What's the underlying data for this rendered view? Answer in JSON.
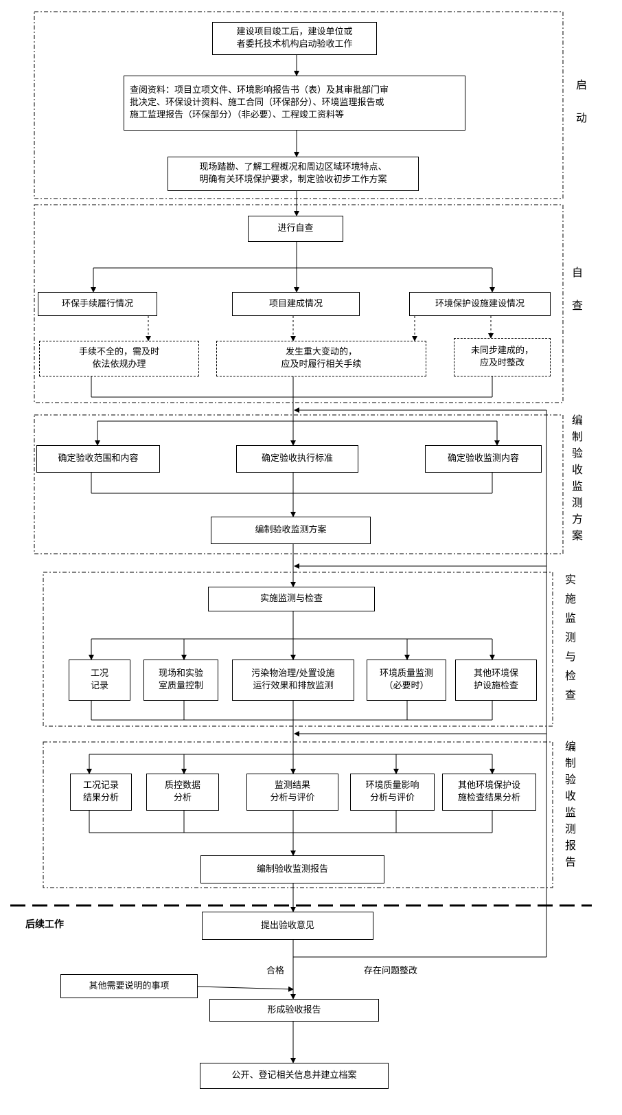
{
  "boxes": {
    "start": "建设项目竣工后，建设单位或\n者委托技术机构启动验收工作",
    "review": "查阅资料：项目立项文件、环境影响报告书（表）及其审批部门审\n批决定、环保设计资料、施工合同（环保部分）、环境监理报告或\n施工监理报告（环保部分）（非必要）、工程竣工资料等",
    "site": "现场踏勘、了解工程概况和周边区域环境特点、\n明确有关环境保护要求，制定验收初步工作方案",
    "self_check": "进行自查",
    "procedure": "环保手续履行情况",
    "construction": "项目建成情况",
    "facility": "环境保护设施建设情况",
    "incomplete": "手续不全的，需及时\n依法依规办理",
    "major_change": "发生重大变动的，\n应及时履行相关手续",
    "not_sync": "未同步建成的，\n应及时整改",
    "scope": "确定验收范围和内容",
    "standard": "确定验收执行标准",
    "monitor_content": "确定验收监测内容",
    "monitor_plan": "编制验收监测方案",
    "implement": "实施监测与检查",
    "condition": "工况\n记录",
    "qc": "现场和实验\n室质量控制",
    "pollutant": "污染物治理/处置设施\n运行效果和排放监测",
    "env_quality": "环境质量监测\n（必要时）",
    "other_check": "其他环境保\n护设施检查",
    "condition_analysis": "工况记录\n结果分析",
    "qc_analysis": "质控数据\n分析",
    "result_analysis": "监测结果\n分析与评价",
    "env_impact": "环境质量影响\n分析与评价",
    "other_analysis": "其他环境保护设\n施检查结果分析",
    "report": "编制验收监测报告",
    "opinion": "提出验收意见",
    "other_matters": "其他需要说明的事项",
    "final_report": "形成验收报告",
    "publish": "公开、登记相关信息并建立档案"
  },
  "stages": {
    "start": "启\n动",
    "self_check": "自\n\n查",
    "plan": "编\n制\n验\n收\n监\n测\n方\n案",
    "implement": "实\n施\n监\n测\n与\n检\n查",
    "report": "编\n制\n验\n收\n监\n测\n报\n告"
  },
  "followup_title": "后续工作",
  "labels": {
    "pass": "合格",
    "rectify": "存在问题整改"
  }
}
